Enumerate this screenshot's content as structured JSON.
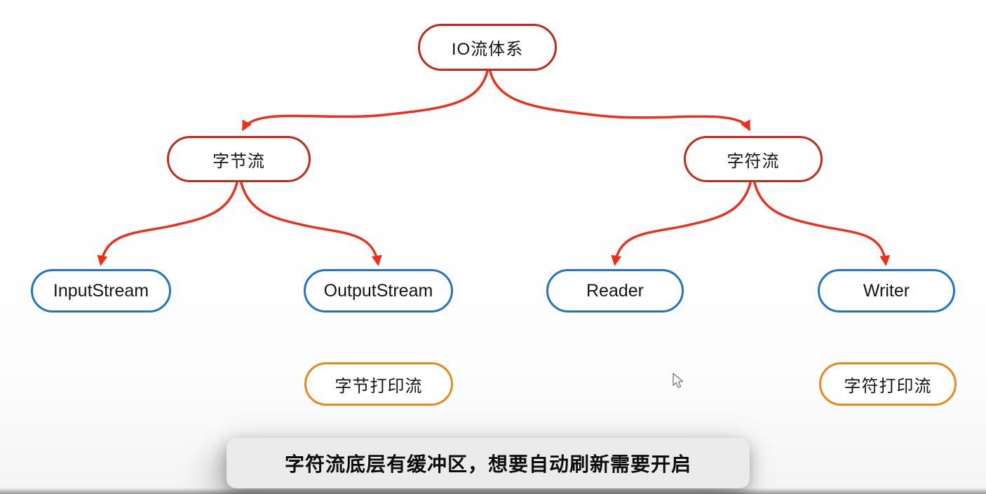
{
  "colors": {
    "node_red": "#bf2b1c",
    "arrow_red": "#ee2d1a",
    "node_blue": "#2175c4",
    "node_orange": "#e7891f",
    "caption_bg": "#ebebeb",
    "text": "#151515"
  },
  "nodes": [
    {
      "id": "io-system",
      "label": "IO流体系",
      "color": "red"
    },
    {
      "id": "byte-stream",
      "label": "字节流",
      "color": "red"
    },
    {
      "id": "char-stream",
      "label": "字符流",
      "color": "red"
    },
    {
      "id": "input-stream",
      "label": "InputStream",
      "color": "blue"
    },
    {
      "id": "output-stream",
      "label": "OutputStream",
      "color": "blue"
    },
    {
      "id": "reader",
      "label": "Reader",
      "color": "blue"
    },
    {
      "id": "writer",
      "label": "Writer",
      "color": "blue"
    },
    {
      "id": "byte-print-stream",
      "label": "字节打印流",
      "color": "orange"
    },
    {
      "id": "char-print-stream",
      "label": "字符打印流",
      "color": "orange"
    }
  ],
  "edges": [
    {
      "from": "io-system",
      "to": "byte-stream"
    },
    {
      "from": "io-system",
      "to": "char-stream"
    },
    {
      "from": "byte-stream",
      "to": "input-stream"
    },
    {
      "from": "byte-stream",
      "to": "output-stream"
    },
    {
      "from": "char-stream",
      "to": "reader"
    },
    {
      "from": "char-stream",
      "to": "writer"
    }
  ],
  "caption": {
    "text": "字符流底层有缓冲区，想要自动刷新需要开启"
  },
  "cursor": {
    "type": "arrow-pointer"
  }
}
